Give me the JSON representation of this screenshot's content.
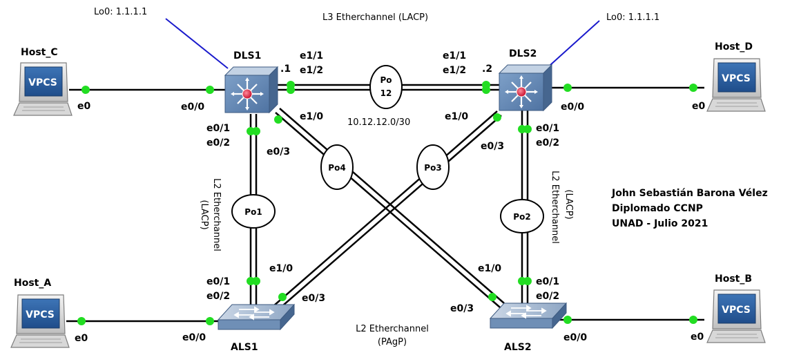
{
  "top_center": {
    "title": "L3 Etherchannel (LACP)",
    "subnet": "10.12.12.0/30"
  },
  "loopbacks": {
    "dls1": "Lo0: 1.1.1.1",
    "dls2": "Lo0: 1.1.1.1"
  },
  "devices": {
    "host_c": "Host_C",
    "host_d": "Host_D",
    "host_a": "Host_A",
    "host_b": "Host_B",
    "dls1": "DLS1",
    "dls2": "DLS2",
    "als1": "ALS1",
    "als2": "ALS2",
    "vpcs": "VPCS"
  },
  "ports": {
    "host_c_e0": "e0",
    "dls1_e00": "e0/0",
    "dls1_e11": "e1/1",
    "dls1_e12": "e1/2",
    "dls1_dot": ".1",
    "dls2_e11": "e1/1",
    "dls2_e12": "e1/2",
    "dls2_dot": ".2",
    "dls2_e00": "e0/0",
    "host_d_e0": "e0",
    "dls1_e10": "e1/0",
    "dls2_e10": "e1/0",
    "dls1_e01": "e0/1",
    "dls1_e02": "e0/2",
    "dls1_e03": "e0/3",
    "dls2_e01": "e0/1",
    "dls2_e02": "e0/2",
    "dls2_e03": "e0/3",
    "als1_e10": "e1/0",
    "als1_e01": "e0/1",
    "als1_e02": "e0/2",
    "als1_e03": "e0/3",
    "als1_e00": "e0/0",
    "als2_e10": "e1/0",
    "als2_e01": "e0/1",
    "als2_e02": "e0/2",
    "als2_e03": "e0/3",
    "als2_e00": "e0/0",
    "host_a_e0": "e0",
    "host_b_e0": "e0"
  },
  "port_channels": {
    "po12_line1": "Po",
    "po12_line2": "12",
    "po1": "Po1",
    "po2": "Po2",
    "po3": "Po3",
    "po4": "Po4"
  },
  "side_labels": {
    "left_l2": "L2 Etherchannel",
    "left_lacp": "(LACP)",
    "right_l2": "L2 Etherchannel",
    "right_lacp": "(LACP)"
  },
  "bottom_center": {
    "line1": "L2 Etherchannel",
    "line2": "(PAgP)"
  },
  "author": {
    "name": "John Sebastián Barona Vélez",
    "course": "Diplomado CCNP",
    "date": "UNAD - Julio 2021"
  },
  "colors": {
    "link": "#000000",
    "dot": "#22dd22",
    "loopback_line": "#1a1acc",
    "switch_top": "#b7c8dc",
    "switch_face": "#6f8fb6",
    "vpcs_blue": "#2d5f9e"
  }
}
